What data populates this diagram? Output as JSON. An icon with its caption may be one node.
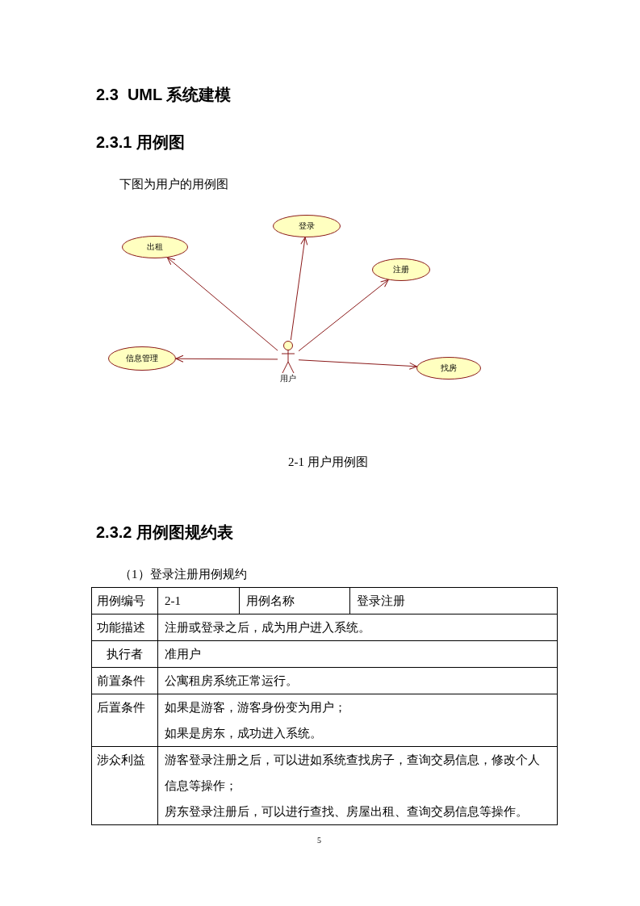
{
  "diagram": {
    "title": "2.3  UML 系统建模",
    "caption": "2-1 用户用例图",
    "nodes": [
      {
        "text": [
          "用户"
        ]
      },
      {
        "text": [
          "出租"
        ]
      },
      {
        "text": [
          "登录"
        ]
      },
      {
        "text": [
          "注册"
        ]
      },
      {
        "text": [
          "信息管理"
        ]
      },
      {
        "text": [
          "找房"
        ]
      }
    ],
    "edges": [
      {
        "from": 0,
        "to": 1,
        "arrow": "to"
      },
      {
        "from": 0,
        "to": 2,
        "arrow": "to"
      },
      {
        "from": 0,
        "to": 3,
        "arrow": "to"
      },
      {
        "from": 0,
        "to": 4,
        "arrow": "to"
      },
      {
        "from": 0,
        "to": 5,
        "arrow": "to"
      }
    ],
    "labels": [
      "2.3.1 用例图",
      "下图为用户的用例图",
      "2.3.2 用例图规约表",
      "（1）登录注册用例规约",
      "用例编号",
      "2-1",
      "用例名称",
      "登录注册",
      "功能描述",
      "注册或登录之后，成为用户进入系统。",
      "执行者",
      "准用户",
      "前置条件",
      "公寓租房系统正常运行。",
      "后置条件",
      "如果是游客，游客身份变为用户；",
      "如果是房东，成功进入系统。",
      "涉众利益",
      "游客登录注册之后，可以进如系统查找房子，查询交易信息，修改个人信息等操作；",
      "房东登录注册后，可以进行查找、房屋出租、查询交易信息等操作。",
      "5"
    ]
  }
}
